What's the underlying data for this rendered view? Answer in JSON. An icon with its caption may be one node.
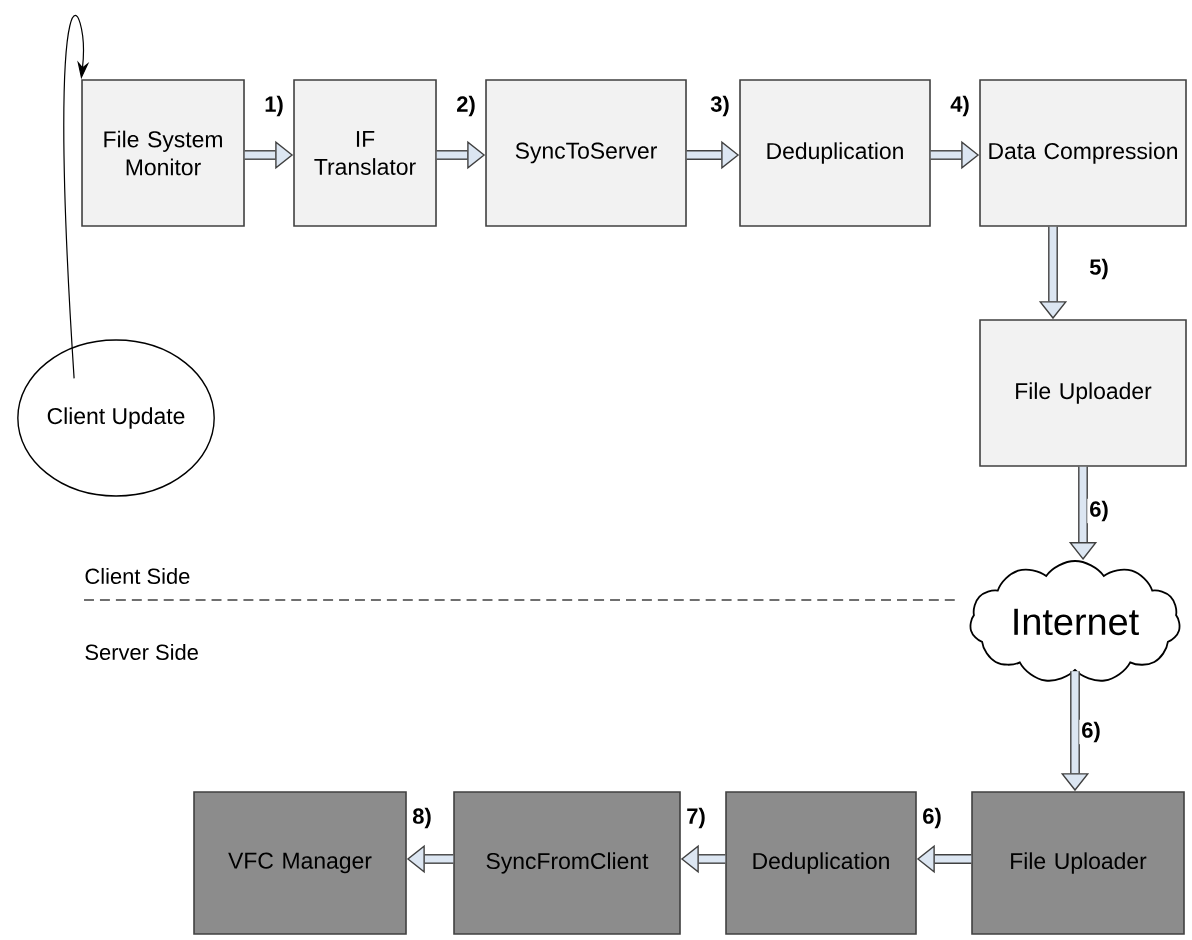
{
  "diagram": {
    "nodes": [
      {
        "text": [
          "File System Monitor"
        ]
      },
      {
        "text": [
          "IF Translator"
        ]
      },
      {
        "text": [
          "SyncToServer"
        ]
      },
      {
        "text": [
          "Deduplication"
        ]
      },
      {
        "text": [
          "Data Compression"
        ]
      },
      {
        "text": [
          "File Uploader"
        ]
      },
      {
        "text": [
          "Internet"
        ]
      },
      {
        "text": [
          "File Uploader"
        ]
      },
      {
        "text": [
          "Deduplication"
        ]
      },
      {
        "text": [
          "SyncFromClient"
        ]
      },
      {
        "text": [
          "VFC Manager"
        ]
      },
      {
        "text": [
          "Client Update"
        ]
      }
    ],
    "edges": [
      {
        "from": 0,
        "to": 1,
        "arrow": "to",
        "label": "1)"
      },
      {
        "from": 1,
        "to": 2,
        "arrow": "to",
        "label": "2)"
      },
      {
        "from": 2,
        "to": 3,
        "arrow": "to",
        "label": "3)"
      },
      {
        "from": 3,
        "to": 4,
        "arrow": "to",
        "label": "4)"
      },
      {
        "from": 4,
        "to": 5,
        "arrow": "to",
        "label": "5)"
      },
      {
        "from": 5,
        "to": 6,
        "arrow": "to",
        "label": "6)"
      },
      {
        "from": 6,
        "to": 7,
        "arrow": "to",
        "label": "6)"
      },
      {
        "from": 7,
        "to": 8,
        "arrow": "to",
        "label": "6)"
      },
      {
        "from": 8,
        "to": 9,
        "arrow": "to",
        "label": "7)"
      },
      {
        "from": 9,
        "to": 10,
        "arrow": "to",
        "label": "8)"
      },
      {
        "from": 11,
        "to": 0,
        "arrow": "to"
      }
    ],
    "labels": [
      "Client Side",
      "Server Side"
    ]
  }
}
